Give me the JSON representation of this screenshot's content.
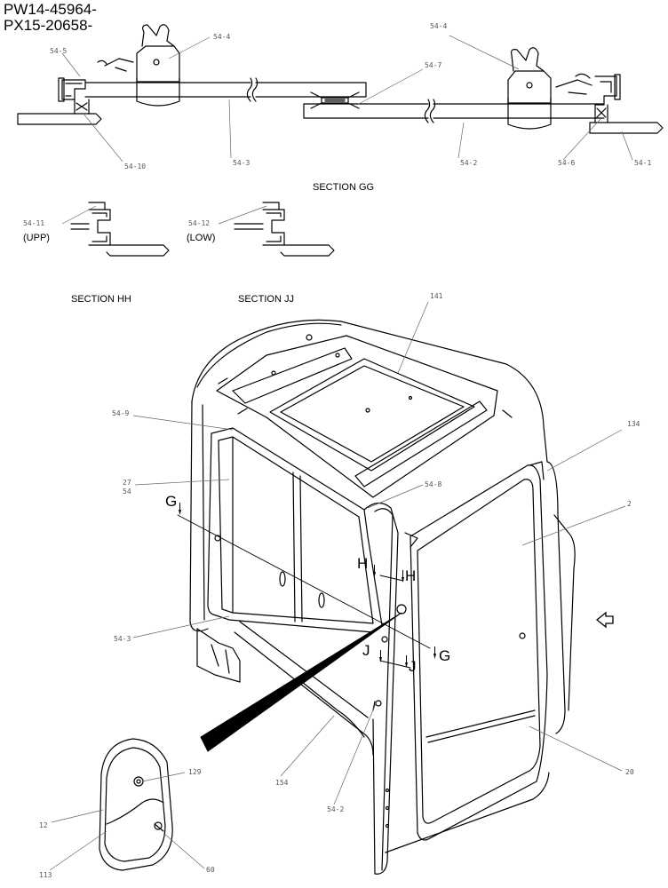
{
  "header": {
    "line1": "PW14-45964-",
    "line2": "PX15-20658-"
  },
  "sections": {
    "gg": "SECTION GG",
    "hh": "SECTION HH",
    "jj": "SECTION JJ"
  },
  "subs": {
    "upp": "(UPP)",
    "low": "(LOW)"
  },
  "section_letters": [
    "G",
    "H",
    "H",
    "J",
    "J",
    "G"
  ],
  "callouts": {
    "c_54_4a": "54-4",
    "c_54_5": "54-5",
    "c_54_10": "54-10",
    "c_54_3a": "54-3",
    "c_54_7": "54-7",
    "c_54_4b": "54-4",
    "c_54_2a": "54-2",
    "c_54_6": "54-6",
    "c_54_1": "54-1",
    "c_54_11": "54-11",
    "c_54_12": "54-12",
    "c_141": "141",
    "c_54_9": "54-9",
    "c_27": "27",
    "c_54": "54",
    "c_54_8": "54-8",
    "c_134": "134",
    "c_2": "2",
    "c_54_3b": "54-3",
    "c_20": "20",
    "c_154": "154",
    "c_54_2b": "54-2",
    "c_129": "129",
    "c_12": "12",
    "c_113": "113",
    "c_60": "60"
  }
}
